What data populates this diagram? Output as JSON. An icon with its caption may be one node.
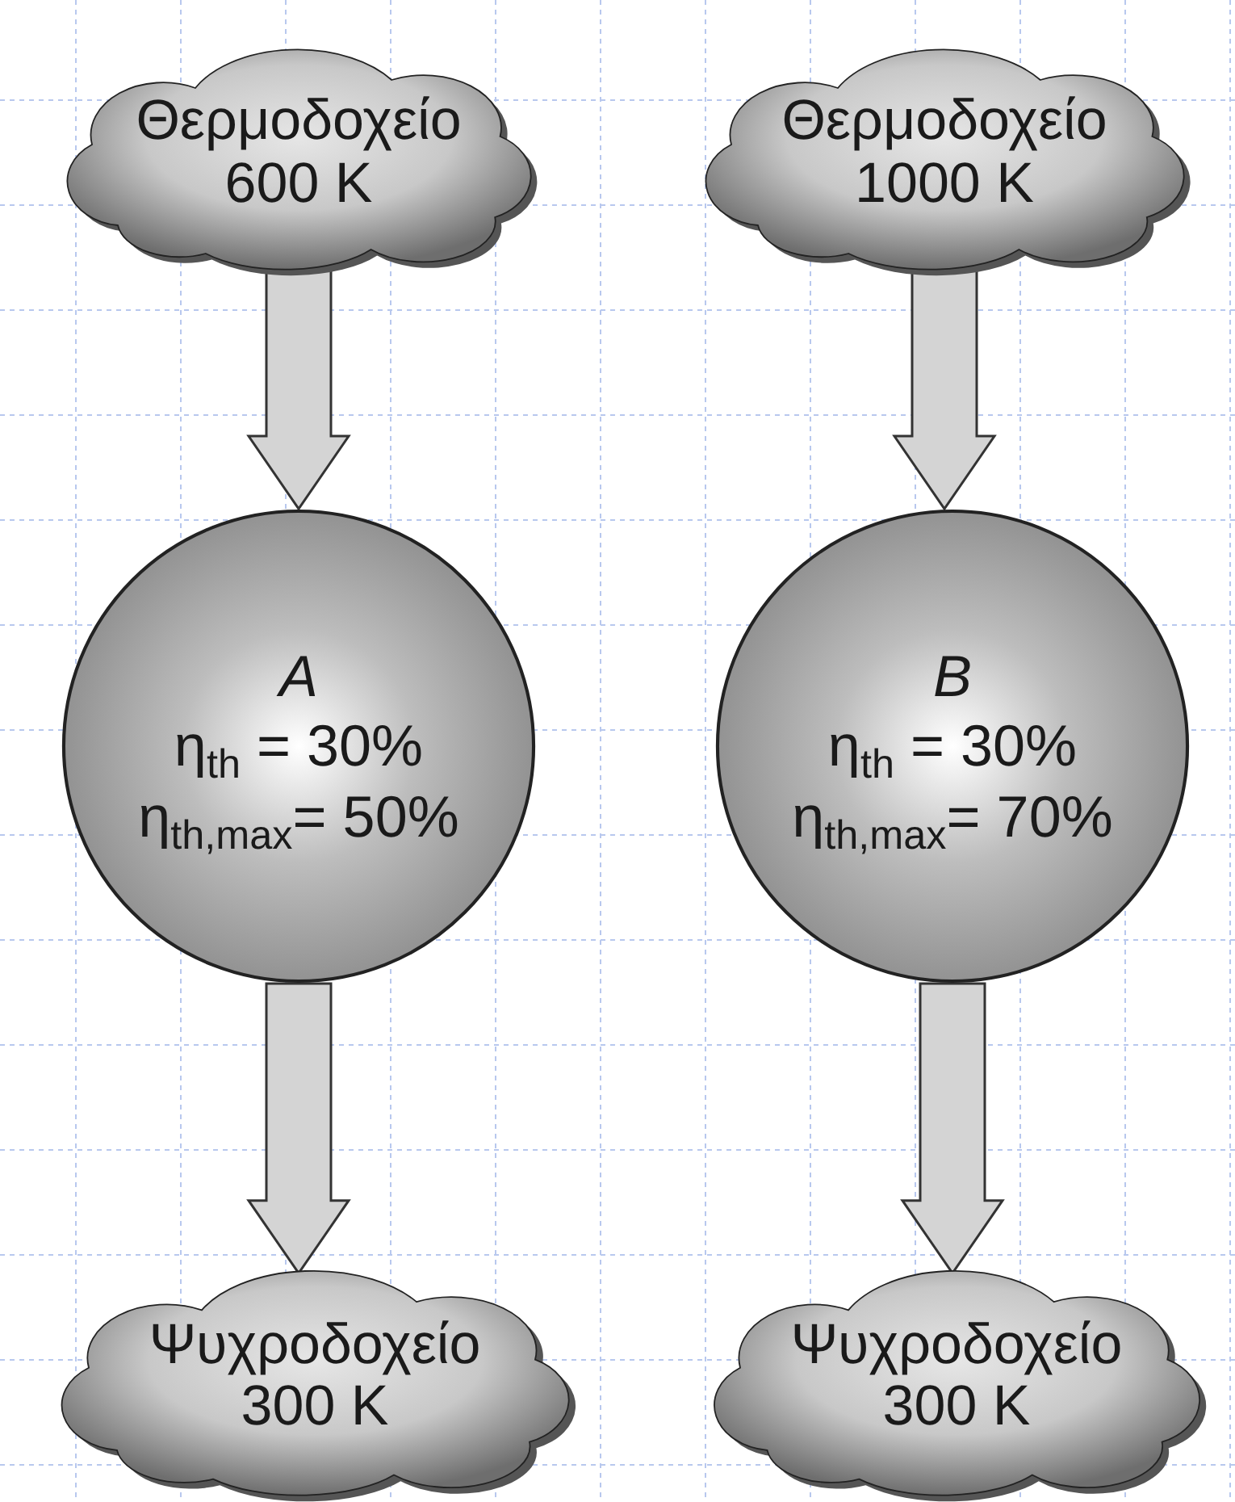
{
  "diagram": {
    "nodes": [
      {
        "text": [
          "Θερμοδοχείο 600 K"
        ]
      },
      {
        "text": [
          "Θερμοδοχείο 1000 K"
        ]
      },
      {
        "text": [
          "A",
          "η$_{th}$ = 30%",
          "η$_{th,max}$= 50%"
        ]
      },
      {
        "text": [
          "B",
          "η$_{th}$ = 30%",
          "η$_{th,max}$= 70%"
        ]
      },
      {
        "text": [
          "Ψυχροδοχείο 300 K"
        ]
      },
      {
        "text": [
          "Ψυχροδοχείο 300 K"
        ]
      }
    ],
    "edges": [
      {
        "from": 0,
        "to": 2,
        "arrow": "to"
      },
      {
        "from": 1,
        "to": 3,
        "arrow": "to"
      },
      {
        "from": 2,
        "to": 4,
        "arrow": "to"
      },
      {
        "from": 3,
        "to": 5,
        "arrow": "to"
      }
    ]
  }
}
